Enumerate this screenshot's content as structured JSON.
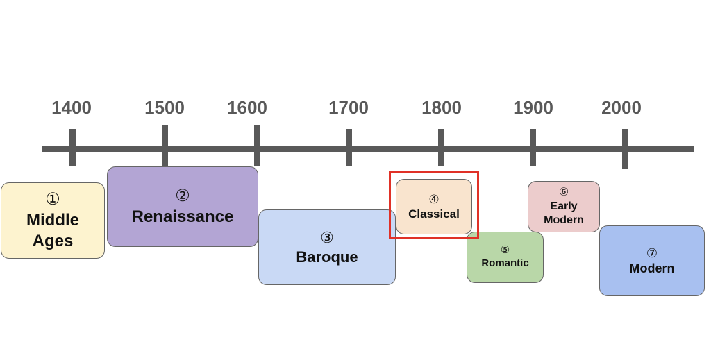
{
  "timeline": {
    "years": [
      "1400",
      "1500",
      "1600",
      "1700",
      "1800",
      "1900",
      "2000"
    ],
    "colors": {
      "axis": "#595959",
      "year_text": "#595959",
      "highlight": "#e03127"
    }
  },
  "eras": [
    {
      "number": "①",
      "name": "Middle Ages",
      "name_lines": [
        "Middle",
        "Ages"
      ],
      "color": "#fdf3cf"
    },
    {
      "number": "②",
      "name": "Renaissance",
      "name_lines": [
        "Renaissance"
      ],
      "color": "#b3a5d4"
    },
    {
      "number": "③",
      "name": "Baroque",
      "name_lines": [
        "Baroque"
      ],
      "color": "#c9d9f5"
    },
    {
      "number": "④",
      "name": "Classical",
      "name_lines": [
        "Classical"
      ],
      "color": "#f9e4ce",
      "highlighted": true
    },
    {
      "number": "⑤",
      "name": "Romantic",
      "name_lines": [
        "Romantic"
      ],
      "color": "#b9d7a8"
    },
    {
      "number": "⑥",
      "name": "Early Modern",
      "name_lines": [
        "Early",
        "Modern"
      ],
      "color": "#eccccc"
    },
    {
      "number": "⑦",
      "name": "Modern",
      "name_lines": [
        "Modern"
      ],
      "color": "#a8c0f0"
    }
  ]
}
